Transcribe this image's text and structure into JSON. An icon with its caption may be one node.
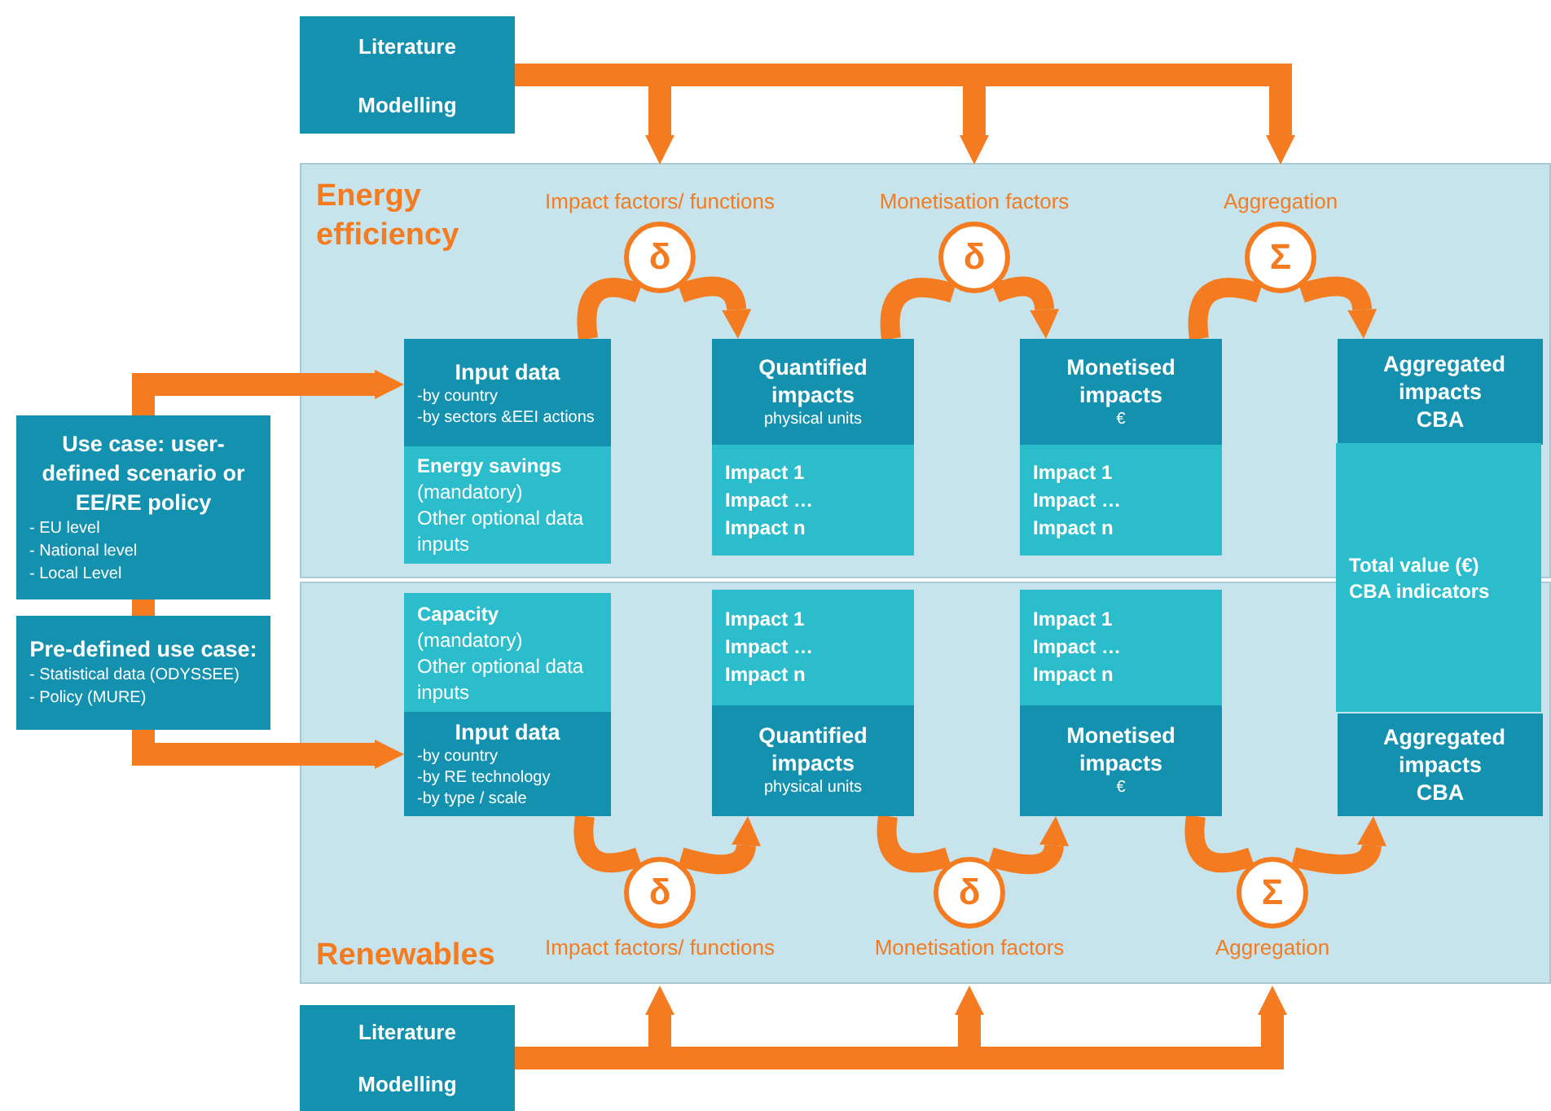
{
  "diagram": {
    "nodes": [
      {
        "text": [
          "Literature",
          "Modelling"
        ]
      },
      {
        "text": [
          "Energy efficiency"
        ]
      },
      {
        "text": [
          "Renewables"
        ]
      },
      {
        "text": [
          "Input data",
          "-by country",
          "-by sectors &EEI actions"
        ],
        "in": 1
      },
      {
        "text": [
          "Energy savings",
          "(mandatory)",
          "Other optional data inputs"
        ],
        "in": 1
      },
      {
        "text": [
          "Quantified impacts",
          "physical units"
        ],
        "in": 1
      },
      {
        "text": [
          "Impact 1",
          "Impact …",
          "Impact n"
        ],
        "in": 1
      },
      {
        "text": [
          "Monetised impacts",
          "€"
        ],
        "in": 1
      },
      {
        "text": [
          "Impact 1",
          "Impact …",
          "Impact n"
        ],
        "in": 1
      },
      {
        "text": [
          "Aggregated impacts CBA"
        ],
        "in": 1
      },
      {
        "text": [
          "Total value (€)",
          "CBA indicators"
        ]
      },
      {
        "text": [
          "Aggregated impacts CBA"
        ],
        "in": 2
      },
      {
        "text": [
          "Capacity",
          "(mandatory)",
          "Other optional data inputs"
        ],
        "in": 2
      },
      {
        "text": [
          "Input data",
          "-by country",
          "-by RE technology",
          "-by type / scale"
        ],
        "in": 2
      },
      {
        "text": [
          "Impact 1",
          "Impact …",
          "Impact n"
        ],
        "in": 2
      },
      {
        "text": [
          "Quantified impacts",
          "physical units"
        ],
        "in": 2
      },
      {
        "text": [
          "Impact 1",
          "Impact …",
          "Impact n"
        ],
        "in": 2
      },
      {
        "text": [
          "Monetised impacts",
          "€"
        ],
        "in": 2
      },
      {
        "text": [
          "δ"
        ],
        "beside": [
          "Impact factors/ functions"
        ],
        "in": 1
      },
      {
        "text": [
          "δ"
        ],
        "beside": [
          "Monetisation factors"
        ],
        "in": 1
      },
      {
        "text": [
          "Σ"
        ],
        "beside": [
          "Aggregation"
        ],
        "in": 1
      },
      {
        "text": [
          "δ"
        ],
        "beside": [
          "Impact factors/ functions"
        ],
        "in": 2
      },
      {
        "text": [
          "δ"
        ],
        "beside": [
          "Monetisation factors"
        ],
        "in": 2
      },
      {
        "text": [
          "Σ"
        ],
        "beside": [
          "Aggregation"
        ],
        "in": 2
      },
      {
        "text": [
          "Use case: user-defined scenario or EE/RE policy",
          "- EU level",
          "- National level",
          "- Local Level"
        ]
      },
      {
        "text": [
          "Pre-defined use case:",
          "- Statistical data (ODYSSEE)",
          "- Policy (MURE)"
        ]
      },
      {
        "text": [
          "Literature",
          "Modelling"
        ]
      }
    ],
    "edges": [
      {
        "from": 0,
        "to": 18,
        "arrow": "to"
      },
      {
        "from": 0,
        "to": 19,
        "arrow": "to"
      },
      {
        "from": 0,
        "to": 20,
        "arrow": "to"
      },
      {
        "from": 26,
        "to": 21,
        "arrow": "to"
      },
      {
        "from": 26,
        "to": 22,
        "arrow": "to"
      },
      {
        "from": 26,
        "to": 23,
        "arrow": "to"
      },
      {
        "from": 24,
        "to": 3,
        "arrow": "to"
      },
      {
        "from": 24,
        "to": 25,
        "arrow": "none"
      },
      {
        "from": 25,
        "to": 13,
        "arrow": "to"
      },
      {
        "from": 3,
        "to": 18,
        "arrow": "none"
      },
      {
        "from": 18,
        "to": 5,
        "arrow": "to"
      },
      {
        "from": 5,
        "to": 19,
        "arrow": "none"
      },
      {
        "from": 19,
        "to": 7,
        "arrow": "to"
      },
      {
        "from": 7,
        "to": 20,
        "arrow": "none"
      },
      {
        "from": 20,
        "to": 9,
        "arrow": "to"
      },
      {
        "from": 13,
        "to": 21,
        "arrow": "none"
      },
      {
        "from": 21,
        "to": 15,
        "arrow": "to"
      },
      {
        "from": 15,
        "to": 22,
        "arrow": "none"
      },
      {
        "from": 22,
        "to": 17,
        "arrow": "to"
      },
      {
        "from": 17,
        "to": 23,
        "arrow": "none"
      },
      {
        "from": 23,
        "to": 11,
        "arrow": "to"
      }
    ]
  }
}
